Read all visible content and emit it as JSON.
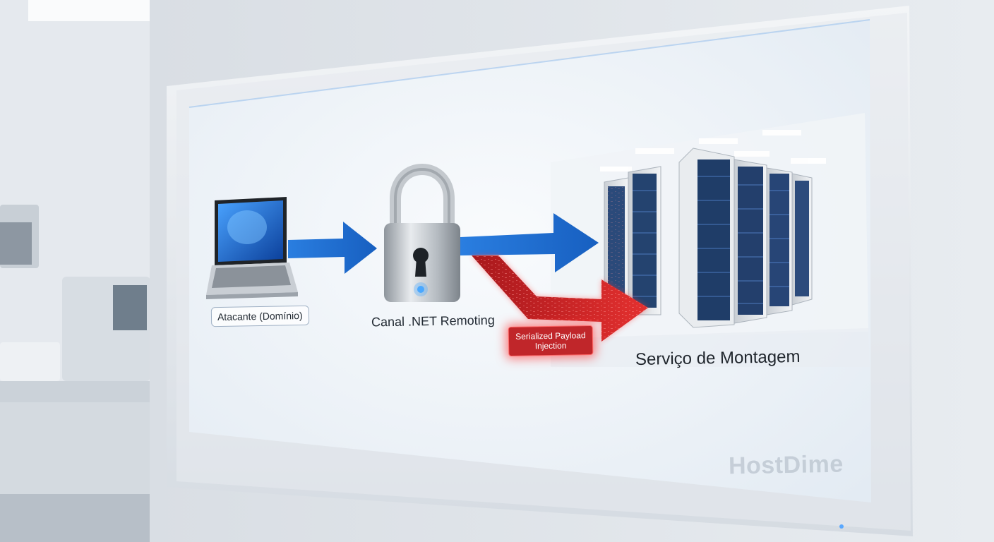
{
  "diagram": {
    "attacker_label": "Atacante (Domínio)",
    "channel_label": "Canal .NET Remoting",
    "payload_label": "Serialized Payload Injection",
    "service_label": "Serviço de Montagem",
    "brand": "HostDime"
  },
  "icons": [
    "laptop-icon",
    "padlock-icon",
    "server-rack-icon",
    "arrow-icon"
  ],
  "colors": {
    "flow_arrow": "#1e6fd0",
    "attack_arrow": "#d3252a",
    "screen_background": "#eef4fa",
    "frame": "#d7dde4"
  }
}
